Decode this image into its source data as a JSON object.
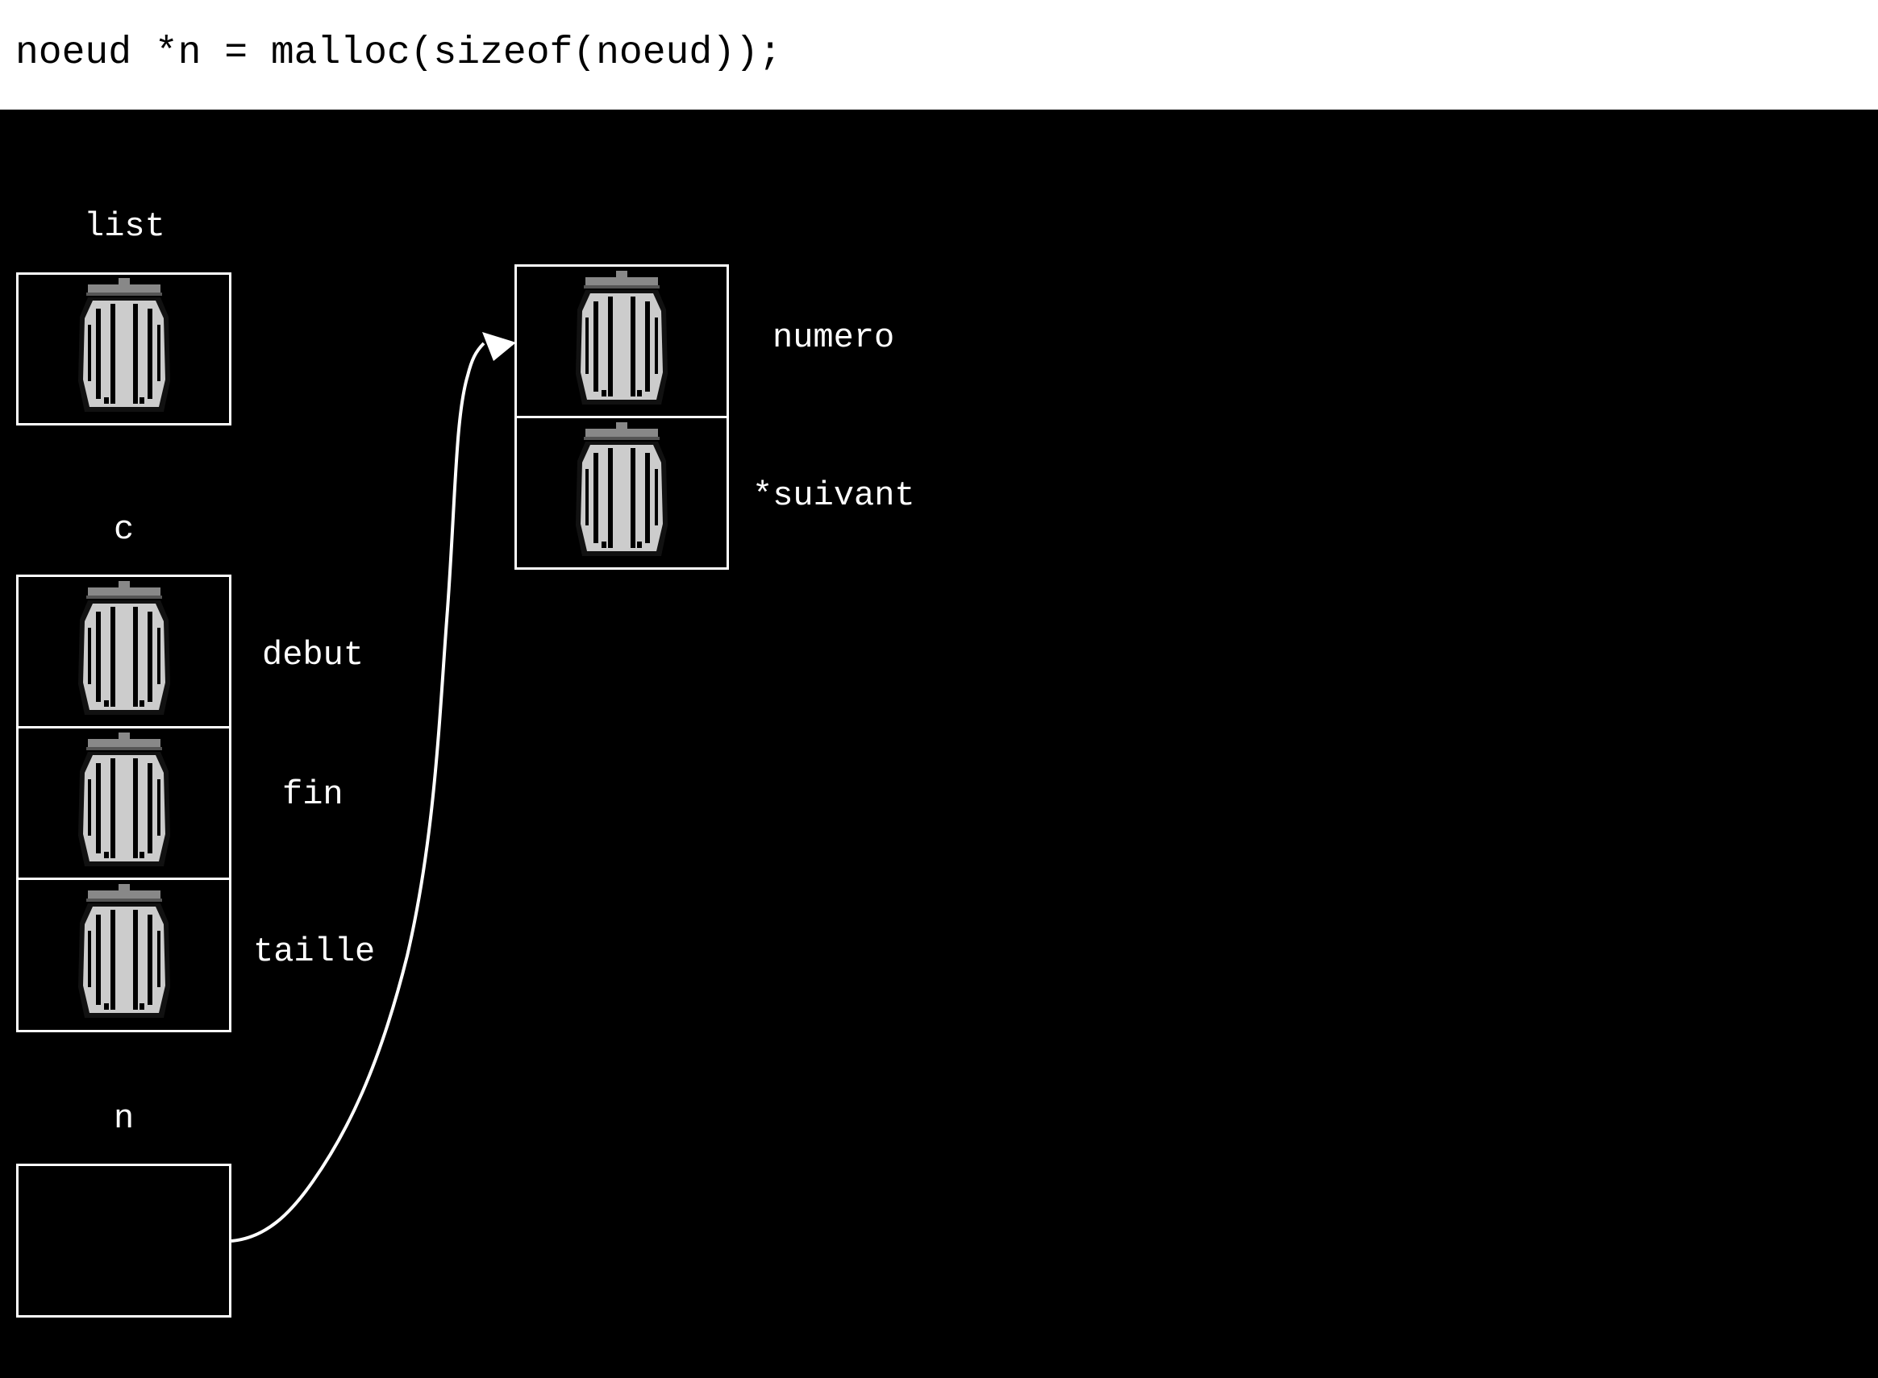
{
  "code": {
    "statement": "noeud *n = malloc(sizeof(noeud));"
  },
  "variables": {
    "list": {
      "name": "list",
      "content_icon": "trash-can-icon"
    },
    "c": {
      "name": "c",
      "fields": [
        {
          "label": "debut",
          "content_icon": "trash-can-icon"
        },
        {
          "label": "fin",
          "content_icon": "trash-can-icon"
        },
        {
          "label": "taille",
          "content_icon": "trash-can-icon"
        }
      ]
    },
    "n": {
      "name": "n",
      "content": ""
    }
  },
  "heap_node": {
    "fields": [
      {
        "label": "numero",
        "content_icon": "trash-can-icon"
      },
      {
        "label": "*suivant",
        "content_icon": "trash-can-icon"
      }
    ]
  },
  "pointer": {
    "from": "n",
    "to": "heap_node",
    "icon": "arrow-icon"
  },
  "colors": {
    "background": "#000000",
    "header_background": "#ffffff",
    "foreground": "#ffffff",
    "trash_body": "#cccccc",
    "trash_lid": "#888888"
  }
}
